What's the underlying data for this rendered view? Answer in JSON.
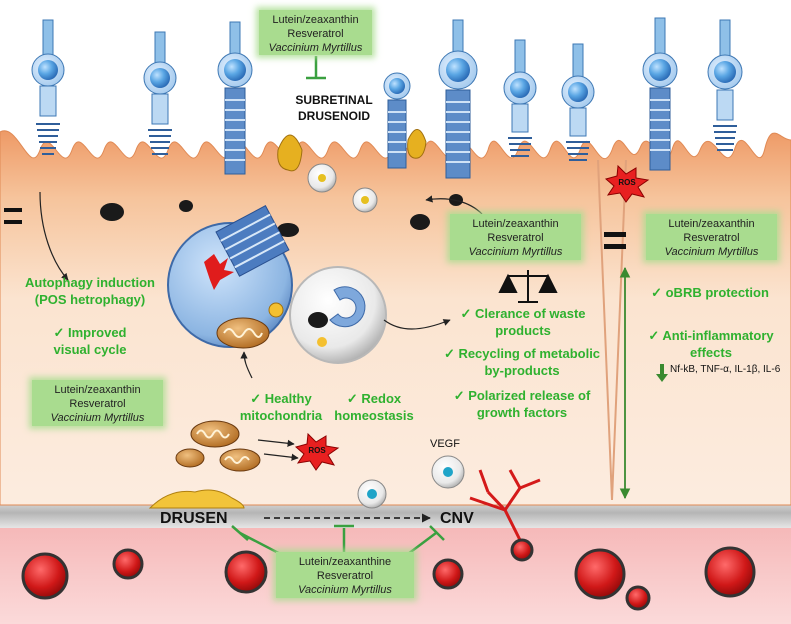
{
  "colors": {
    "green_text": "#2fb12f",
    "green_box": "#a9dc8f",
    "rpe_fill": "#fbe4d0",
    "rpe_top": "#f0a070",
    "blood": "#f7c4c4",
    "ros_red": "#e82020"
  },
  "boxes": {
    "top": {
      "line1": "Lutein/zeaxanthin",
      "line2": "Resveratrol",
      "line3": "Vaccinium Myrtillus"
    },
    "center_right": {
      "line1": "Lutein/zeaxanthin",
      "line2": "Resveratrol",
      "line3": "Vaccinium Myrtillus"
    },
    "right": {
      "line1": "Lutein/zeaxanthin",
      "line2": "Resveratrol",
      "line3": "Vaccinium Myrtillus"
    },
    "left": {
      "line1": "Lutein/zeaxanthin",
      "line2": "Resveratrol",
      "line3": "Vaccinium Myrtillus"
    },
    "bottom": {
      "line1": "Lutein/zeaxanthine",
      "line2": "Resveratrol",
      "line3": "Vaccinium Myrtillus"
    }
  },
  "labels": {
    "subretinal1": "SUBRETINAL",
    "subretinal2": "DRUSENOID",
    "autophagy1": "Autophagy induction",
    "autophagy2": "(POS hetrophagy)",
    "visual1": "✓ Improved",
    "visual2": "visual cycle",
    "healthy1": "✓ Healthy",
    "healthy2": "mitochondria",
    "redox1": "✓ Redox",
    "redox2": "homeostasis",
    "clearance1": "✓ Clerance of waste",
    "clearance2": "products",
    "recycling1": "✓ Recycling of metabolic",
    "recycling2": "by-products",
    "polarized1": "✓ Polarized release of",
    "polarized2": "growth factors",
    "obrb": "✓ oBRB protection",
    "anti1": "✓ Anti-inflammatory",
    "anti2": "effects",
    "markers": "Nf-kB, TNF-α, IL-1β, IL-6",
    "vegf": "VEGF",
    "ros": "ROS",
    "drusen": "DRUSEN",
    "cnv": "CNV"
  }
}
